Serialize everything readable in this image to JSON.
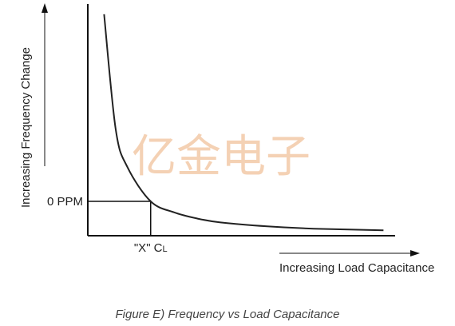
{
  "caption": "Figure E) Frequency vs Load Capacitance",
  "watermark": "亿金电子",
  "chart_data": {
    "type": "line",
    "title": "",
    "xlabel": "Increasing Load Capacitance",
    "ylabel": "Increasing Frequency Change",
    "y_marker_label": "0 PPM",
    "x_marker_label": "\"X\" C",
    "x_marker_subscript": "L",
    "axis_color": "#111111",
    "curve_color": "#222222",
    "grid": false,
    "series": [
      {
        "x": [
          1,
          1.5,
          2,
          3,
          4,
          5,
          6,
          8,
          10,
          13
        ],
        "y": [
          12.0,
          4.6,
          2.2,
          0,
          -0.7,
          -1.1,
          -1.35,
          -1.6,
          -1.75,
          -1.85
        ]
      }
    ]
  }
}
